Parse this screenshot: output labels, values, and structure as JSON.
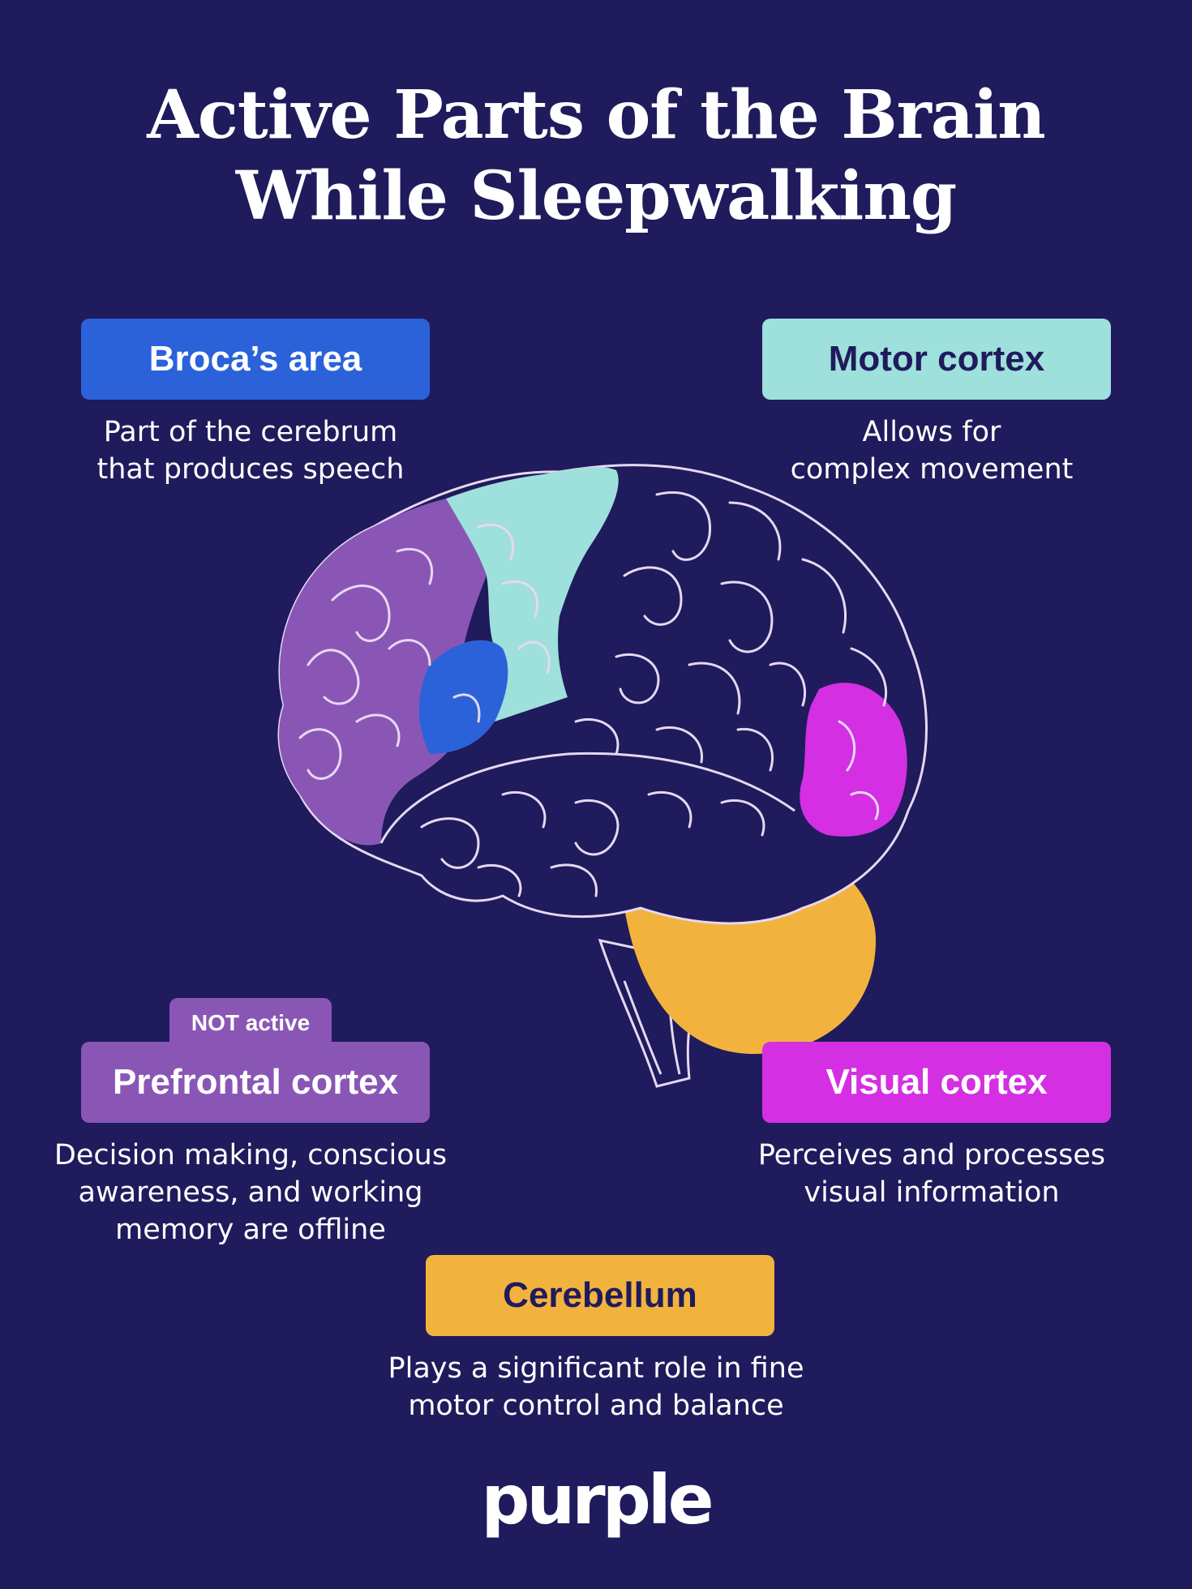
{
  "title": {
    "line1": "Active Parts of the Brain",
    "line2": "While Sleepwalking"
  },
  "regions": {
    "broca": {
      "label": "Broca’s area",
      "desc_line1": "Part of the cerebrum",
      "desc_line2": "that produces speech",
      "color": "#2b62d9"
    },
    "motor": {
      "label": "Motor cortex",
      "desc_line1": "Allows for",
      "desc_line2": "complex movement",
      "color": "#9ee0db"
    },
    "prefrontal": {
      "badge": "NOT active",
      "label": "Prefrontal cortex",
      "desc_line1": "Decision making, conscious",
      "desc_line2": "awareness, and working",
      "desc_line3": "memory are offline",
      "color": "#8a56b6"
    },
    "visual": {
      "label": "Visual cortex",
      "desc_line1": "Perceives and processes",
      "desc_line2": "visual information",
      "color": "#d42fe3"
    },
    "cerebellum": {
      "label": "Cerebellum",
      "desc_line1": "Plays a significant role in fine",
      "desc_line2": "motor control and balance",
      "color": "#f2b33e"
    }
  },
  "colors": {
    "background": "#1f1b5c",
    "outline": "#e6d8f2"
  },
  "logo": "purple"
}
